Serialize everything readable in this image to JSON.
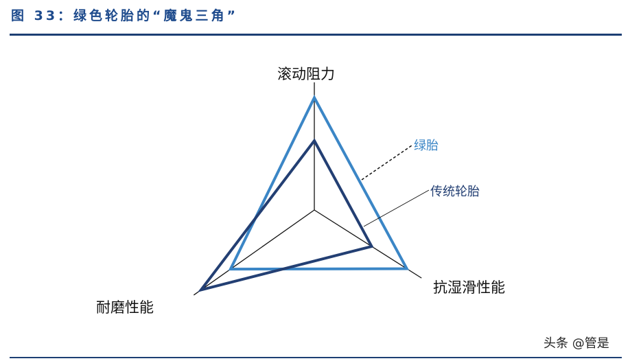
{
  "title": "图 33：绿色轮胎的“魔鬼三角”",
  "watermark": "头条 @管是",
  "chart_data": {
    "type": "radar",
    "axes": [
      "滚动阻力",
      "抗湿滑性能",
      "耐磨性能"
    ],
    "series": [
      {
        "name": "绿胎",
        "values": [
          0.81,
          0.79,
          0.74
        ],
        "color": "#3b86c6"
      },
      {
        "name": "传统轮胎",
        "values": [
          0.5,
          0.49,
          1.0
        ],
        "color": "#233f73"
      }
    ],
    "grid": false
  }
}
